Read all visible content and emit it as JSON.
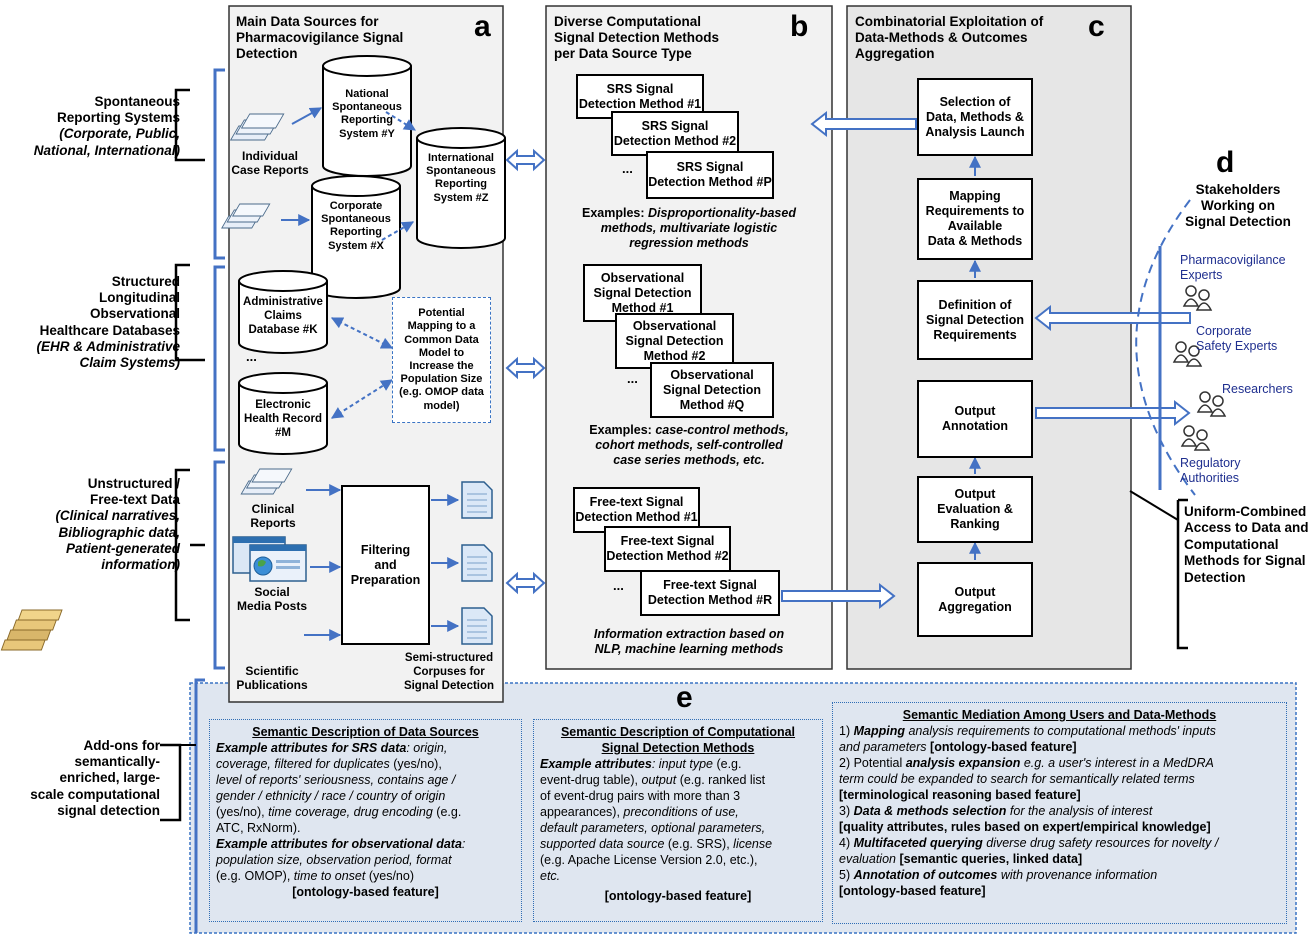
{
  "left_labels": {
    "spontaneous": [
      "Spontaneous",
      "Reporting Systems",
      "(Corporate, Public,",
      "National, International)"
    ],
    "structured": [
      "Structured",
      "Longitudinal",
      "Observational",
      "Healthcare Databases",
      "(EHR & Administrative",
      "Claim Systems)"
    ],
    "unstructured": [
      "Unstructured /",
      "Free-text Data",
      "(Clinical narratives,",
      "Bibliographic data,",
      "Patient-generated",
      "information)"
    ],
    "addons": [
      "Add-ons for",
      "semantically-",
      "enriched, large-",
      "scale computational",
      "signal detection"
    ]
  },
  "panel_a": {
    "letter": "a",
    "title": [
      "Main Data Sources for",
      "Pharmacovigilance Signal",
      "Detection"
    ],
    "individual_case_reports": [
      "Individual",
      "Case Reports"
    ],
    "national_srs": [
      "National",
      "Spontaneous",
      "Reporting",
      "System #Y"
    ],
    "international_srs": [
      "International",
      "Spontaneous",
      "Reporting",
      "System #Z"
    ],
    "corporate_srs": [
      "Corporate",
      "Spontaneous",
      "Reporting",
      "System #X"
    ],
    "admin_claims": [
      "Administrative",
      "Claims",
      "Database #K"
    ],
    "ellipsis": "...",
    "ehr": [
      "Electronic",
      "Health Record",
      "#M"
    ],
    "mapping": [
      "Potential",
      "Mapping to a",
      "Common Data",
      "Model to",
      "Increase the",
      "Population Size",
      "(e.g. OMOP data",
      "model)"
    ],
    "clinical_reports": [
      "Clinical",
      "Reports"
    ],
    "social_media": [
      "Social",
      "Media Posts"
    ],
    "scientific_pubs": [
      "Scientific",
      "Publications"
    ],
    "filtering": [
      "Filtering",
      "and",
      "Preparation"
    ],
    "corpuses": [
      "Semi-structured",
      "Corpuses for",
      "Signal Detection"
    ]
  },
  "panel_b": {
    "letter": "b",
    "title": [
      "Diverse Computational",
      "Signal Detection Methods",
      "per Data Source Type"
    ],
    "srs_methods": [
      [
        "SRS Signal",
        "Detection Method #1"
      ],
      [
        "SRS Signal",
        "Detection Method #2"
      ],
      [
        "SRS Signal",
        "Detection Method #P"
      ]
    ],
    "srs_examples_prefix": "Examples: ",
    "srs_examples": [
      "Disproportionality-based",
      "methods, multivariate logistic",
      "regression methods"
    ],
    "obs_methods": [
      [
        "Observational",
        "Signal Detection",
        "Method #1"
      ],
      [
        "Observational",
        "Signal Detection",
        "Method #2"
      ],
      [
        "Observational",
        "Signal Detection",
        "Method #Q"
      ]
    ],
    "obs_examples_prefix": "Examples: ",
    "obs_examples": [
      "case-control methods,",
      "cohort methods, self-controlled",
      "case series methods, etc."
    ],
    "ft_methods": [
      [
        "Free-text Signal",
        "Detection Method #1"
      ],
      [
        "Free-text Signal",
        "Detection Method #2"
      ],
      [
        "Free-text Signal",
        "Detection Method #R"
      ]
    ],
    "ft_examples": [
      "Information extraction based on",
      "NLP, machine learning methods"
    ],
    "ellipsis": "..."
  },
  "panel_c": {
    "letter": "c",
    "title": [
      "Combinatorial Exploitation of",
      "Data-Methods & Outcomes",
      "Aggregation"
    ],
    "steps": [
      [
        "Selection of",
        "Data, Methods &",
        "Analysis Launch"
      ],
      [
        "Mapping",
        "Requirements to",
        "Available",
        "Data & Methods"
      ],
      [
        "Definition of",
        "Signal Detection",
        "Requirements"
      ],
      [
        "Output",
        "Annotation"
      ],
      [
        "Output",
        "Evaluation &",
        "Ranking"
      ],
      [
        "Output",
        "Aggregation"
      ]
    ]
  },
  "panel_d": {
    "letter": "d",
    "title": [
      "Stakeholders",
      "Working on",
      "Signal Detection"
    ],
    "stakeholders": [
      [
        "Pharmacovigilance",
        "Experts"
      ],
      [
        "Corporate",
        "Safety Experts"
      ],
      [
        "Researchers"
      ],
      [
        "Regulatory",
        "Authorities"
      ]
    ],
    "uniform": [
      "Uniform-Combined",
      "Access to Data and",
      "Computational",
      "Methods for Signal",
      "Detection"
    ]
  },
  "panel_e": {
    "letter": "e",
    "box1": {
      "heading": "Semantic Description of Data Sources",
      "lines": [
        [
          [
            "bi",
            "Example attributes for SRS data"
          ],
          [
            "n",
            ": origin,"
          ]
        ],
        [
          [
            "n",
            "coverage, filtered for duplicates "
          ],
          [
            "p",
            "(yes/no),"
          ]
        ],
        [
          [
            "n",
            "level of reports' seriousness, contains age /"
          ]
        ],
        [
          [
            "n",
            "gender / ethnicity / race / country of origin"
          ]
        ],
        [
          [
            "p",
            "(yes/no), "
          ],
          [
            "n",
            "time coverage, drug encoding "
          ],
          [
            "p",
            "(e.g."
          ]
        ],
        [
          [
            "p",
            "ATC, RxNorm)."
          ]
        ],
        [
          [
            "bi",
            "Example attributes for observational data"
          ],
          [
            "n",
            ":"
          ]
        ],
        [
          [
            "n",
            "population size, observation period, format"
          ]
        ],
        [
          [
            "p",
            "(e.g. OMOP), "
          ],
          [
            "n",
            "time to onset "
          ],
          [
            "p",
            "(yes/no)"
          ]
        ]
      ],
      "footer": "[ontology-based feature]"
    },
    "box2": {
      "heading": [
        "Semantic Description of Computational",
        "Signal Detection Methods"
      ],
      "lines": [
        [
          [
            "bi",
            "Example attributes"
          ],
          [
            "n",
            ": input type "
          ],
          [
            "p",
            "(e.g."
          ]
        ],
        [
          [
            "p",
            "event-drug table), "
          ],
          [
            "n",
            "output "
          ],
          [
            "p",
            "(e.g. ranked list"
          ]
        ],
        [
          [
            "p",
            "of event-drug pairs with more than 3"
          ]
        ],
        [
          [
            "p",
            "appearances), "
          ],
          [
            "n",
            "preconditions of use,"
          ]
        ],
        [
          [
            "n",
            "default parameters, optional parameters,"
          ]
        ],
        [
          [
            "n",
            "supported data source "
          ],
          [
            "p",
            "(e.g. SRS), "
          ],
          [
            "n",
            "license"
          ]
        ],
        [
          [
            "p",
            "(e.g. Apache License Version 2.0, etc.),"
          ]
        ],
        [
          [
            "n",
            "etc."
          ]
        ]
      ],
      "footer": "[ontology-based feature]"
    },
    "box3": {
      "heading": "Semantic Mediation Among Users and Data-Methods",
      "lines": [
        [
          [
            "p",
            "1) "
          ],
          [
            "bi",
            "Mapping"
          ],
          [
            "n",
            " analysis requirements to computational methods' inputs"
          ]
        ],
        [
          [
            "n",
            "and parameters "
          ],
          [
            "b",
            "[ontology-based feature]"
          ]
        ],
        [
          [
            "p",
            "2) Potential "
          ],
          [
            "bi",
            "analysis expansion"
          ],
          [
            "n",
            " e.g. a user's interest in a MedDRA"
          ]
        ],
        [
          [
            "n",
            "term could be expanded to search for semantically related terms"
          ]
        ],
        [
          [
            "b",
            "[terminological reasoning based feature]"
          ]
        ],
        [
          [
            "p",
            "3) "
          ],
          [
            "bi",
            "Data & methods selection"
          ],
          [
            "n",
            " for the analysis of interest"
          ]
        ],
        [
          [
            "b",
            "[quality attributes, rules based on expert/empirical knowledge]"
          ]
        ],
        [
          [
            "p",
            "4) "
          ],
          [
            "bi",
            "Multifaceted querying"
          ],
          [
            "n",
            " diverse drug safety resources for novelty /"
          ]
        ],
        [
          [
            "n",
            "evaluation "
          ],
          [
            "b",
            "[semantic queries, linked data]"
          ]
        ],
        [
          [
            "p",
            "5) "
          ],
          [
            "bi",
            "Annotation of outcomes"
          ],
          [
            "n",
            " with provenance information"
          ]
        ],
        [
          [
            "b",
            "[ontology-based feature]"
          ]
        ]
      ]
    }
  },
  "colors": {
    "accent_blue": "#4472c4",
    "panel_gray": "#f2f2f2",
    "panel_c_gray": "#e6e6e6",
    "panel_e_fill": "#dfe6f0",
    "stakeholder_text": "#1f2f8f"
  }
}
